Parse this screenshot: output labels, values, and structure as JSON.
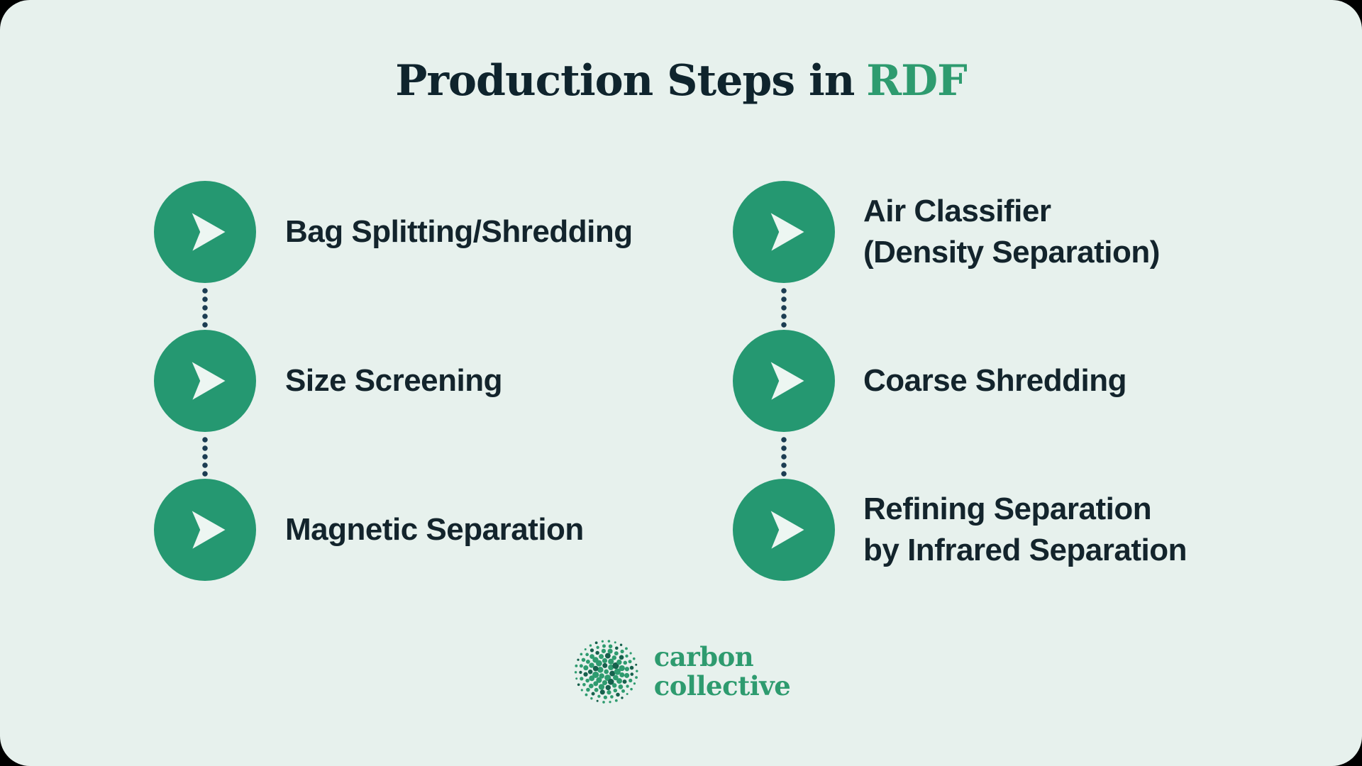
{
  "title": {
    "text": "Production Steps in",
    "highlight": "RDF"
  },
  "colors": {
    "outer_background": "#000000",
    "card_background": "#E7F1ED",
    "circle_green": "#259871",
    "title_navy": "#0F242D",
    "label_navy": "#13242C",
    "connector_dot_navy": "#1B3C52",
    "highlight_green": "#2E9B6F",
    "logo_green": "#2E9B6F",
    "logo_teal_dark": "#16604C",
    "arrow_white": "#EDF6F2"
  },
  "steps": {
    "left": [
      {
        "label": "Bag Splitting/Shredding",
        "icon": "arrow-right"
      },
      {
        "label": "Size Screening",
        "icon": "arrow-right"
      },
      {
        "label": "Magnetic Separation",
        "icon": "arrow-right"
      }
    ],
    "right": [
      {
        "label": "Air Classifier\n(Density Separation)",
        "icon": "arrow-right"
      },
      {
        "label": "Coarse Shredding",
        "icon": "arrow-right"
      },
      {
        "label": "Refining Separation\nby Infrared Separation",
        "icon": "arrow-right"
      }
    ]
  },
  "footer": {
    "brand_line1": "carbon",
    "brand_line2": "collective"
  }
}
